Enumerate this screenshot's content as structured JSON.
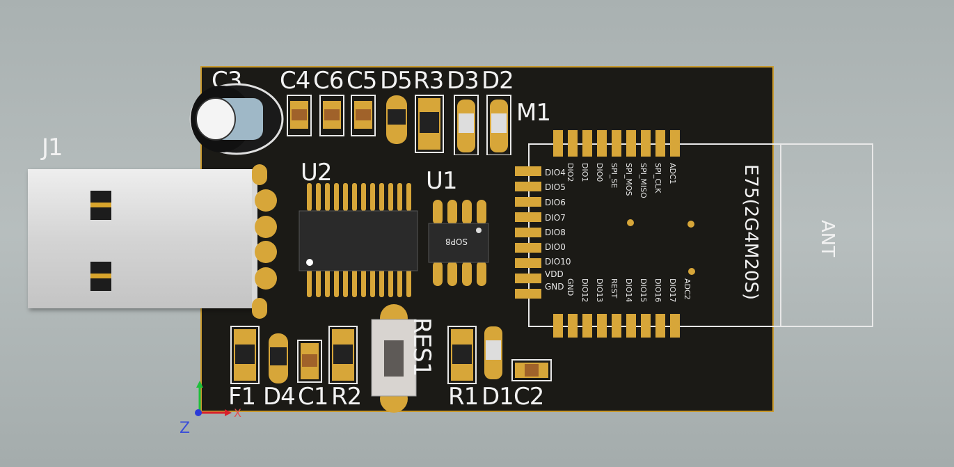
{
  "board": {
    "refs_top": [
      "C3",
      "C4",
      "C6",
      "C5",
      "D5",
      "R3",
      "D3",
      "D2"
    ],
    "m1": "M1",
    "j1": "J1",
    "u2": "U2",
    "u1": "U1",
    "u1_package": "SOP8",
    "refs_bottom_left": [
      "F1",
      "D4",
      "C1",
      "R2"
    ],
    "res1": "RES1",
    "refs_bottom_right": [
      "R1",
      "D1",
      "C2"
    ],
    "module_name": "E75(2G4M20S)",
    "antenna": "ANT",
    "module_pins_left": [
      "DIO4",
      "DIO5",
      "DIO6",
      "DIO7",
      "DIO8",
      "DIO0",
      "DIO10",
      "VDD",
      "GND"
    ],
    "module_pins_top": [
      "DIO2",
      "DIO1",
      "DIO0",
      "SPI_SE",
      "SPI_MOS",
      "SPI_MISO",
      "SPI_CLK",
      "ADC1"
    ],
    "module_pins_bottom": [
      "GND",
      "DIO12",
      "DIO13",
      "REST",
      "DIO14",
      "DIO15",
      "DIO16",
      "DIO17",
      "ADC2"
    ],
    "axis": {
      "x": "X",
      "z": "Z"
    }
  },
  "colors": {
    "board": "#1b1a16",
    "pad": "#d7a639",
    "outline": "#c99a2e",
    "silkscreen": "#f2f2f2"
  }
}
